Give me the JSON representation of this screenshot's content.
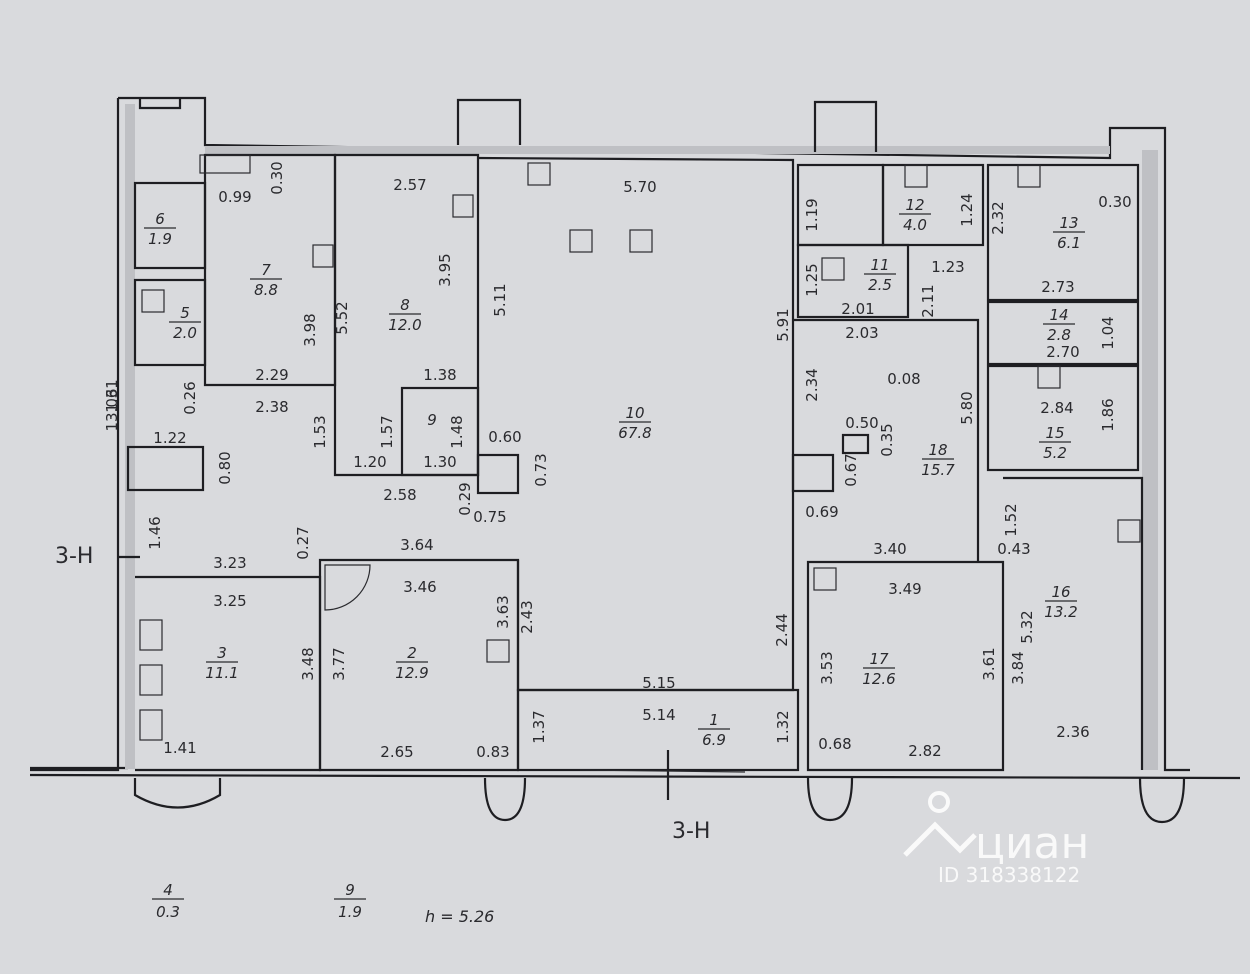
{
  "section_marks": {
    "left": "3-H",
    "bottom": "3-H"
  },
  "rooms": [
    {
      "num": "1",
      "area": "6.9"
    },
    {
      "num": "2",
      "area": "12.9"
    },
    {
      "num": "3",
      "area": "11.1"
    },
    {
      "num": "5",
      "area": "2.0"
    },
    {
      "num": "6",
      "area": "1.9"
    },
    {
      "num": "7",
      "area": "8.8"
    },
    {
      "num": "8",
      "area": "12.0"
    },
    {
      "num": "9",
      "area": ""
    },
    {
      "num": "10",
      "area": "67.8"
    },
    {
      "num": "11",
      "area": "2.5"
    },
    {
      "num": "12",
      "area": "4.0"
    },
    {
      "num": "13",
      "area": "6.1"
    },
    {
      "num": "14",
      "area": "2.8"
    },
    {
      "num": "15",
      "area": "5.2"
    },
    {
      "num": "16",
      "area": "13.2"
    },
    {
      "num": "17",
      "area": "12.6"
    },
    {
      "num": "18",
      "area": "15.7"
    }
  ],
  "dimensions": [
    "13.06",
    "0.99",
    "0.30",
    "2.57",
    "5.70",
    "3.95",
    "5.11",
    "5.52",
    "3.98",
    "2.29",
    "2.38",
    "1.31",
    "0.26",
    "1.53",
    "1.38",
    "1.57",
    "1.48",
    "1.20",
    "1.30",
    "2.58",
    "0.29",
    "0.75",
    "0.60",
    "0.73",
    "1.22",
    "0.80",
    "1.46",
    "3.23",
    "0.27",
    "3.64",
    "3.25",
    "3.46",
    "3.63",
    "2.43",
    "3.48",
    "3.77",
    "1.41",
    "2.65",
    "0.83",
    "5.15",
    "5.14",
    "1.37",
    "1.32",
    "2.44",
    "5.91",
    "1.19",
    "1.24",
    "1.23",
    "2.32",
    "0.30",
    "2.73",
    "1.25",
    "2.01",
    "2.03",
    "2.11",
    "2.34",
    "0.08",
    "5.80",
    "1.04",
    "2.70",
    "2.84",
    "1.86",
    "0.50",
    "0.35",
    "0.67",
    "0.69",
    "1.52",
    "0.43",
    "3.40",
    "3.49",
    "3.53",
    "3.61",
    "3.84",
    "5.32",
    "0.68",
    "2.82",
    "2.36"
  ],
  "legend": [
    {
      "num": "4",
      "area": "0.3"
    },
    {
      "num": "9",
      "area": "1.9"
    }
  ],
  "height_note": "h = 5.26",
  "watermark": {
    "brand": "циан",
    "id": "ID 318338122"
  }
}
